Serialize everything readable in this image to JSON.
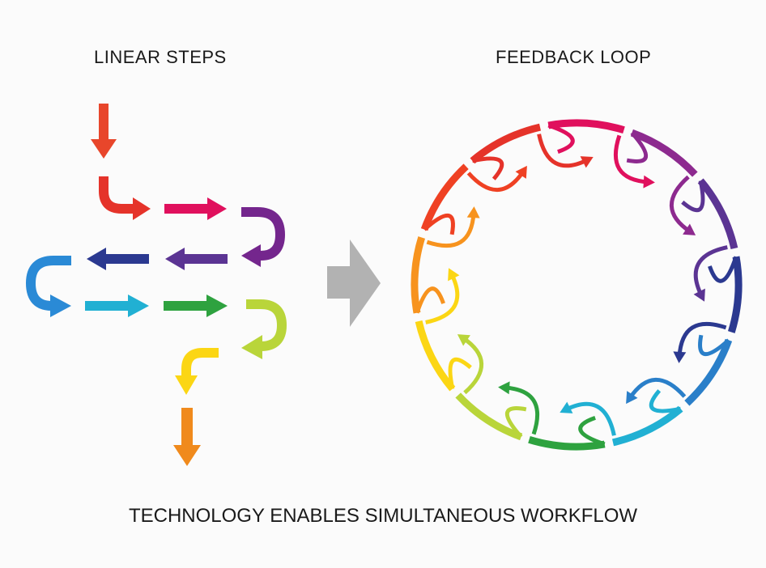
{
  "diagram": {
    "left_title": "LINEAR STEPS",
    "right_title": "FEEDBACK LOOP",
    "caption": "TECHNOLOGY ENABLES SIMULTANEOUS WORKFLOW"
  },
  "colors": {
    "red_orange": "#e8462b",
    "red": "#e5332a",
    "magenta": "#e0105d",
    "purple": "#74268d",
    "violet": "#5b3493",
    "indigo": "#2b3990",
    "blue": "#2a8ad6",
    "cyan": "#21b0d3",
    "green": "#2ea23f",
    "lime": "#b9d53a",
    "yellow": "#fbd614",
    "orange": "#f08a1c",
    "transition_arrow": "#b2b2b2"
  },
  "loop_segment_colors": [
    "#e0105d",
    "#8d2a8f",
    "#5b3493",
    "#2b3990",
    "#2a7fc9",
    "#21b0d3",
    "#2ea23f",
    "#b9d53a",
    "#fbd614",
    "#f7931e",
    "#ef4123",
    "#e5332a"
  ]
}
